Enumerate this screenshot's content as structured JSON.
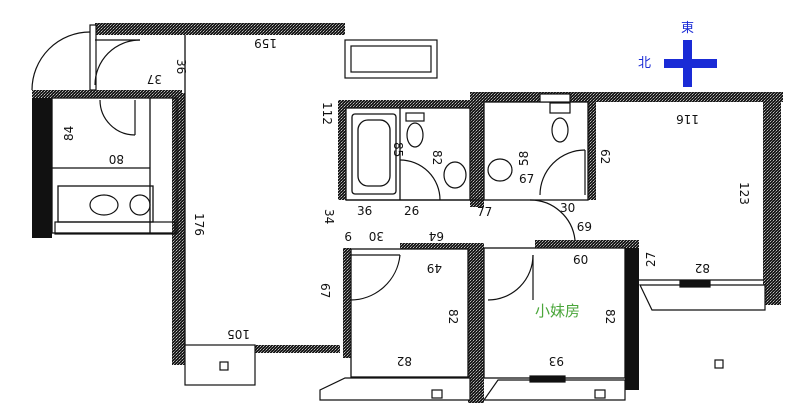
{
  "compass": {
    "east_label": "東",
    "north_label": "北",
    "color": "#1a2bd6"
  },
  "room_label": {
    "text": "小妹房",
    "color": "#4aa63a"
  },
  "dimensions": {
    "d159": "159",
    "d36_top": "36",
    "d37": "37",
    "d84": "84",
    "d80": "80",
    "d176": "176",
    "d112": "112",
    "d34": "34",
    "d85": "85",
    "d82_bath": "82",
    "d36_bath": "36",
    "d26": "26",
    "d58": "58",
    "d67_bath": "67",
    "d62": "62",
    "d77": "77",
    "d30_hall": "30",
    "d116": "116",
    "d123": "123",
    "d9": "9",
    "d30_left": "30",
    "d64": "64",
    "d49": "49",
    "d69": "69",
    "d60": "60",
    "d27": "27",
    "d82_right": "82",
    "d67_left": "67",
    "d82_bed1_side": "82",
    "d82_bed2_side": "82",
    "d105": "105",
    "d82_bed1_bottom": "82",
    "d93": "93"
  }
}
